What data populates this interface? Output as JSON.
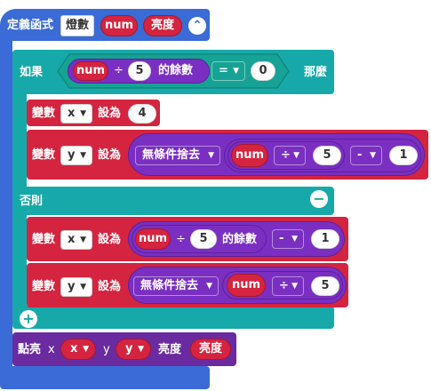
{
  "func": {
    "keyword": "定義函式",
    "name": "燈數",
    "param1": "num",
    "param2": "亮度"
  },
  "if_block": {
    "if_label": "如果",
    "then_label": "那麼",
    "else_label": "否則",
    "cond_var": "num",
    "cond_div": "÷",
    "cond_divisor": "5",
    "cond_remainder": "的餘數",
    "cond_op": "=",
    "cond_value": "0"
  },
  "assign": {
    "var_label": "變數",
    "set_label": "設為"
  },
  "then_block1": {
    "var": "x",
    "value": "4"
  },
  "then_block2": {
    "var": "y",
    "func": "無條件捨去",
    "num": "num",
    "div_op": "÷",
    "divisor": "5",
    "sub_op": "-",
    "sub_value": "1"
  },
  "else_block1": {
    "var": "x",
    "num": "num",
    "div": "÷",
    "divisor": "5",
    "remainder": "的餘數",
    "sub_op": "-",
    "sub_value": "1"
  },
  "else_block2": {
    "var": "y",
    "func": "無條件捨去",
    "num": "num",
    "div_op": "÷",
    "divisor": "5"
  },
  "plot": {
    "label": "點亮",
    "x_label": "x",
    "x_var": "x",
    "y_label": "y",
    "y_var": "y",
    "brightness_label": "亮度",
    "brightness_var": "亮度"
  },
  "icons": {
    "collapse": "⌃",
    "minus": "−",
    "plus": "+",
    "dropdown_arrow": "▼"
  }
}
